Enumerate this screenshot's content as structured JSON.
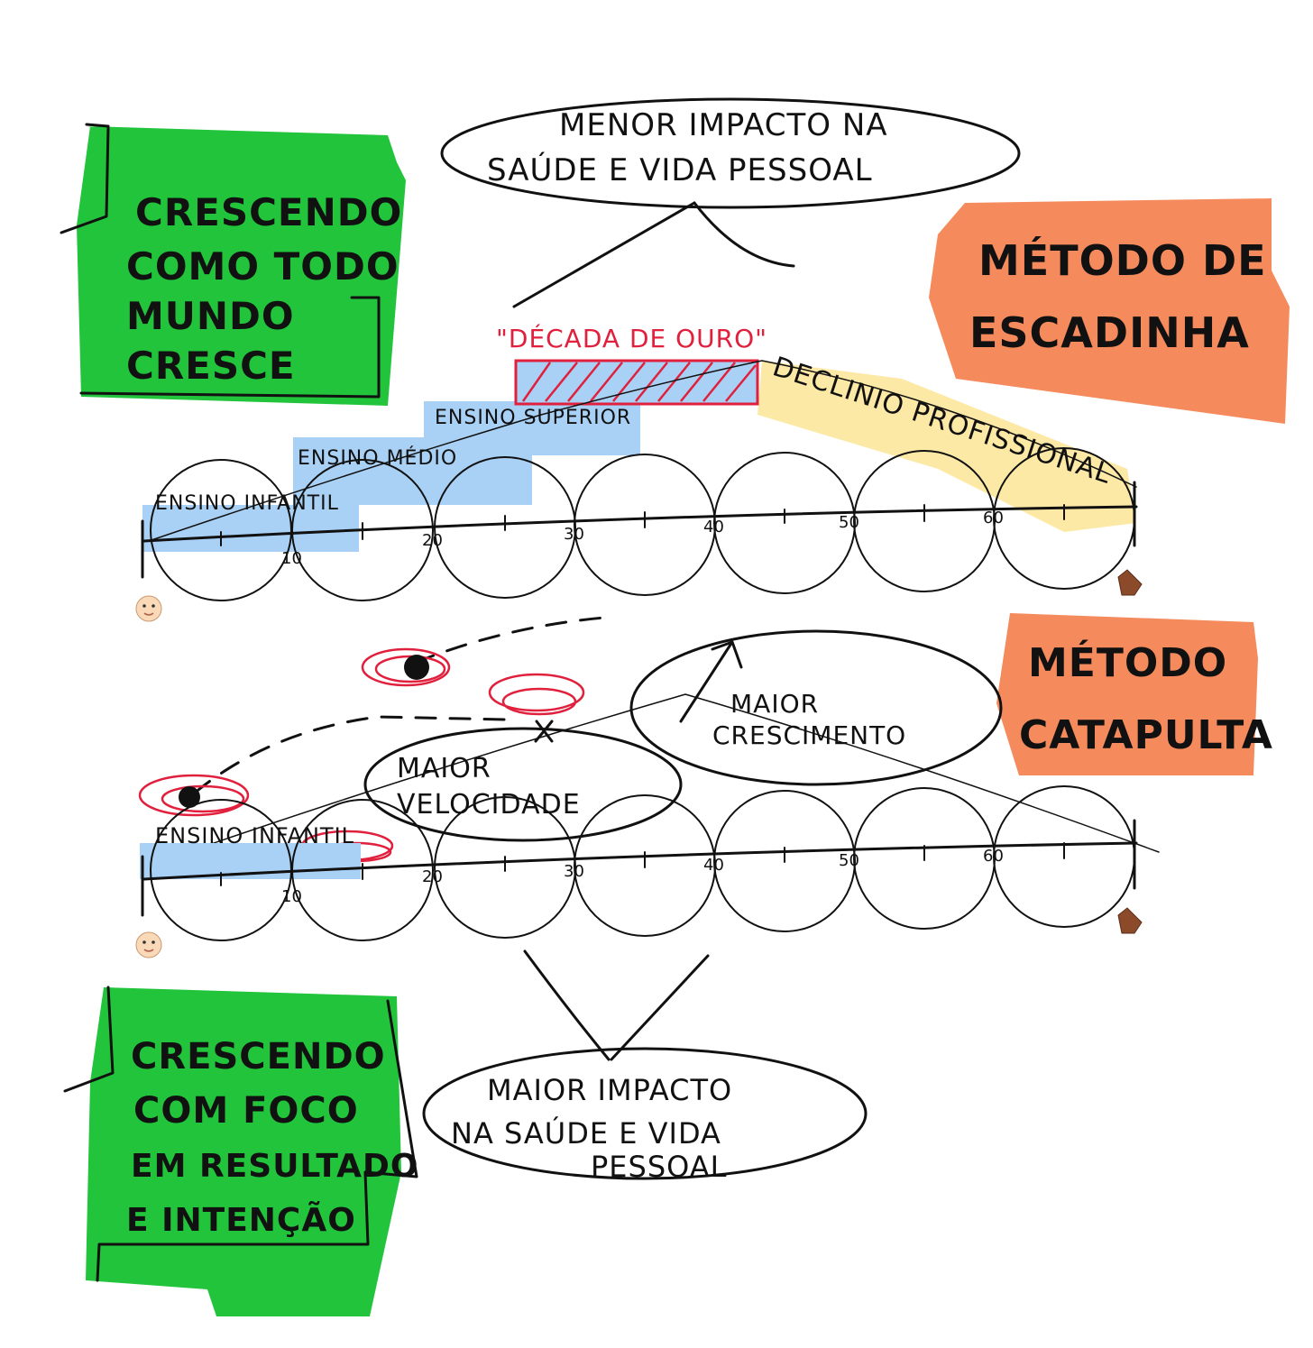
{
  "top_diagram": {
    "label_green": [
      "CRESCENDO",
      "COMO TODO",
      "MUNDO",
      "CRESCE"
    ],
    "label_orange": [
      "MÉTODO DE",
      "ESCADINHA"
    ],
    "bubble": [
      "MENOR IMPACTO NA",
      "SAÚDE E VIDA PESSOAL"
    ],
    "golden_decade": "\"DÉCADA DE OURO\"",
    "stages": [
      "ENSINO INFANTIL",
      "ENSINO MÉDIO",
      "ENSINO SUPERIOR"
    ],
    "decline": "DECLINIO PROFISSIONAL",
    "ticks": [
      "10",
      "20",
      "30",
      "40",
      "50",
      "60"
    ]
  },
  "bottom_diagram": {
    "label_orange": [
      "MÉTODO",
      "CATAPULTA"
    ],
    "label_green": [
      "CRESCENDO",
      "COM FOCO",
      "EM RESULTADO",
      "E INTENÇÃO"
    ],
    "bubble_speed": [
      "MAIOR",
      "VELOCIDADE"
    ],
    "bubble_growth": [
      "MAIOR",
      "CRESCIMENTO"
    ],
    "bubble_impact": [
      "MAIOR IMPACTO",
      "NA SAÚDE E VIDA",
      "PESSOAL"
    ],
    "stage": "ENSINO INFANTIL",
    "ticks": [
      "10",
      "20",
      "30",
      "40",
      "50",
      "60"
    ]
  },
  "colors": {
    "green": "#21c43a",
    "orange": "#f58a5c",
    "blue": "#a9d1f5",
    "yellow": "#fde9a6",
    "red": "#e0203c"
  },
  "icons": [
    "baby-face-icon",
    "coffin-icon"
  ]
}
